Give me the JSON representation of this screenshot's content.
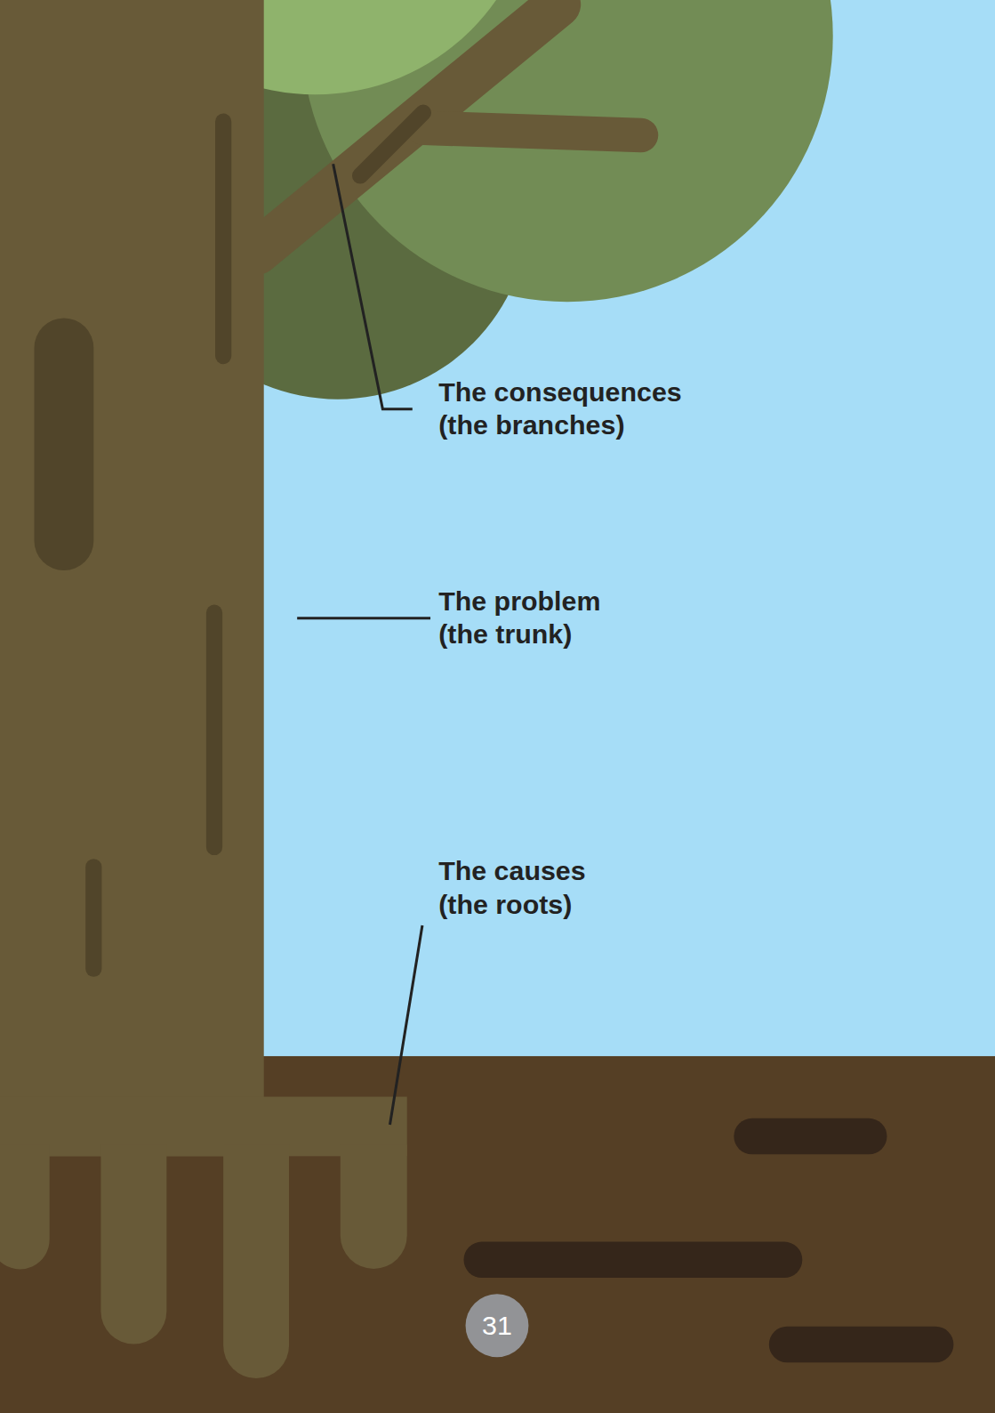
{
  "diagram": {
    "nodes": [
      {
        "text": [
          "31"
        ]
      }
    ],
    "labels": [
      "The consequences (the branches)",
      "The problem (the trunk)",
      "The causes (the roots)"
    ]
  }
}
